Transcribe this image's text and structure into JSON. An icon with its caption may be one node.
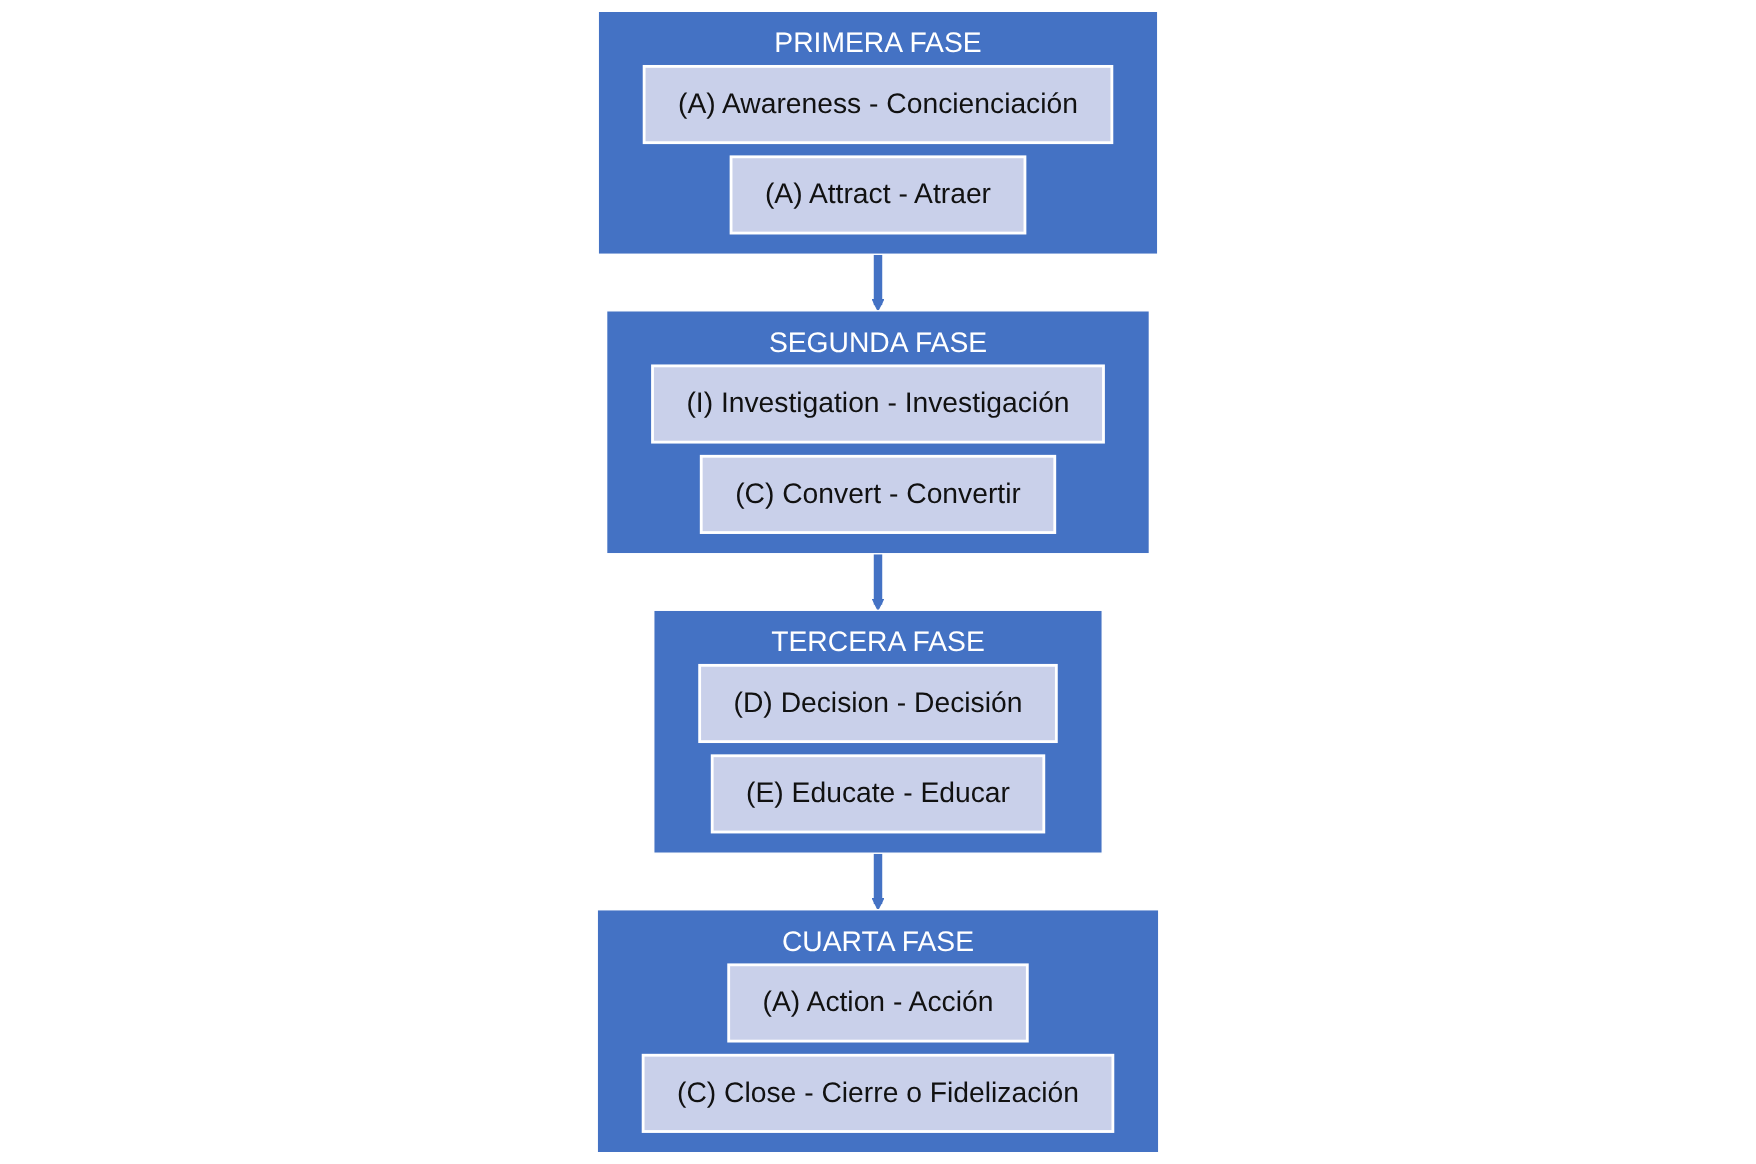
{
  "diagram": {
    "nodes": [
      {
        "text": [
          "PRIMERA FASE"
        ]
      },
      {
        "text": [
          "(A) Awareness - Concienciación"
        ],
        "in": 0
      },
      {
        "text": [
          "(A) Attract - Atraer"
        ],
        "in": 0
      },
      {
        "text": [
          "SEGUNDA FASE"
        ]
      },
      {
        "text": [
          "(I) Investigation - Investigación"
        ],
        "in": 3
      },
      {
        "text": [
          "(C) Convert - Convertir"
        ],
        "in": 3
      },
      {
        "text": [
          "TERCERA FASE"
        ]
      },
      {
        "text": [
          "(D) Decision - Decisión"
        ],
        "in": 6
      },
      {
        "text": [
          "(E) Educate - Educar"
        ],
        "in": 6
      },
      {
        "text": [
          "CUARTA FASE"
        ]
      },
      {
        "text": [
          "(A) Action - Acción"
        ],
        "in": 9
      },
      {
        "text": [
          "(C) Close - Cierre o Fidelización"
        ],
        "in": 9
      }
    ],
    "edges": [
      {
        "from": 0,
        "to": 3,
        "arrow": "to"
      },
      {
        "from": 3,
        "to": 6,
        "arrow": "to"
      },
      {
        "from": 6,
        "to": 9,
        "arrow": "to"
      }
    ]
  }
}
